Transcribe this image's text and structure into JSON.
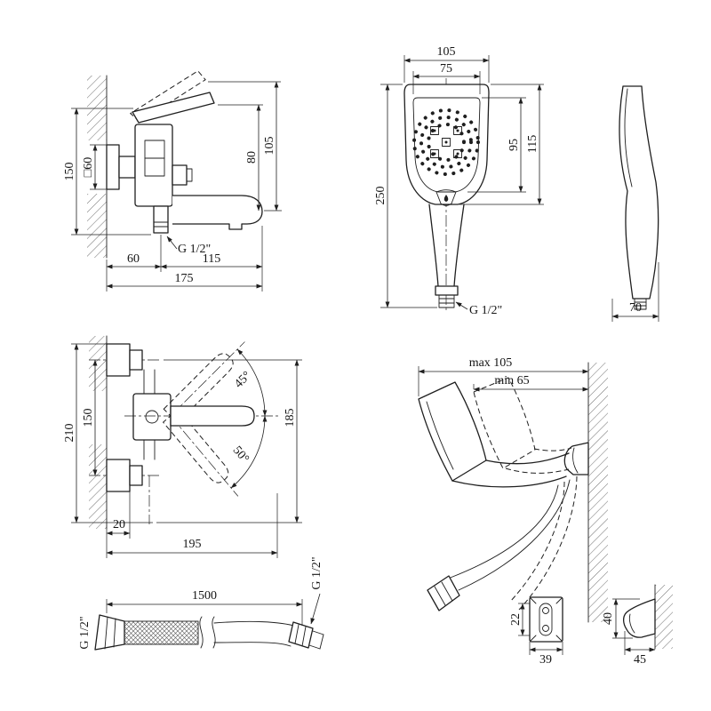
{
  "drawing": {
    "faucet_side": {
      "h150": "150",
      "sq60": "□60",
      "h80": "80",
      "h105": "105",
      "thread": "G 1/2\"",
      "w60": "60",
      "w115": "115",
      "w175": "175"
    },
    "shower_front": {
      "w105": "105",
      "w75": "75",
      "h95": "95",
      "h115": "115",
      "h250": "250",
      "thread": "G 1/2\""
    },
    "shower_side": {
      "d70": "70"
    },
    "faucet_front": {
      "h210": "210",
      "c150": "150",
      "h185": "185",
      "a45": "45°",
      "a50": "50°",
      "w20": "20",
      "w195": "195"
    },
    "holder": {
      "max": "max 105",
      "min": "min 65"
    },
    "hose": {
      "len": "1500",
      "thread_left": "G 1/2\"",
      "thread_right": "G 1/2\""
    },
    "bracket_front": {
      "h22": "22",
      "w39": "39"
    },
    "bracket_side": {
      "h40": "40",
      "d45": "45"
    }
  }
}
